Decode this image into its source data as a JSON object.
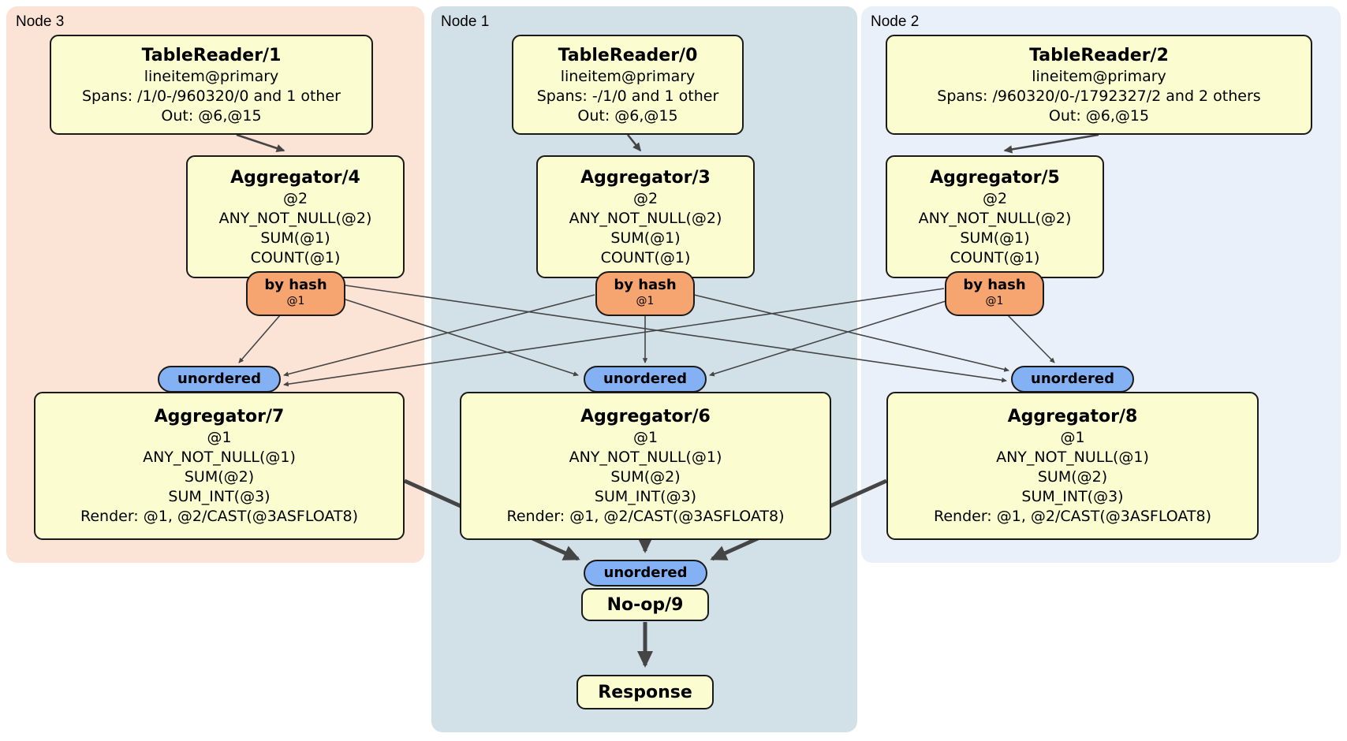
{
  "regions": [
    {
      "label": "Node 3"
    },
    {
      "label": "Node 1"
    },
    {
      "label": "Node 2"
    }
  ],
  "processors": {
    "tablereader1": {
      "title": "TableReader/1",
      "lines": [
        "lineitem@primary",
        "Spans: /1/0-/960320/0 and 1 other",
        "Out: @6,@15"
      ]
    },
    "tablereader0": {
      "title": "TableReader/0",
      "lines": [
        "lineitem@primary",
        "Spans: -/1/0 and 1 other",
        "Out: @6,@15"
      ]
    },
    "tablereader2": {
      "title": "TableReader/2",
      "lines": [
        "lineitem@primary",
        "Spans: /960320/0-/1792327/2 and 2 others",
        "Out: @6,@15"
      ]
    },
    "aggregator4": {
      "title": "Aggregator/4",
      "lines": [
        "@2",
        "ANY_NOT_NULL(@2)",
        "SUM(@1)",
        "COUNT(@1)"
      ]
    },
    "aggregator3": {
      "title": "Aggregator/3",
      "lines": [
        "@2",
        "ANY_NOT_NULL(@2)",
        "SUM(@1)",
        "COUNT(@1)"
      ]
    },
    "aggregator5": {
      "title": "Aggregator/5",
      "lines": [
        "@2",
        "ANY_NOT_NULL(@2)",
        "SUM(@1)",
        "COUNT(@1)"
      ]
    },
    "aggregator7": {
      "title": "Aggregator/7",
      "lines": [
        "@1",
        "ANY_NOT_NULL(@1)",
        "SUM(@2)",
        "SUM_INT(@3)",
        "Render: @1, @2/CAST(@3ASFLOAT8)"
      ]
    },
    "aggregator6": {
      "title": "Aggregator/6",
      "lines": [
        "@1",
        "ANY_NOT_NULL(@1)",
        "SUM(@2)",
        "SUM_INT(@3)",
        "Render: @1, @2/CAST(@3ASFLOAT8)"
      ]
    },
    "aggregator8": {
      "title": "Aggregator/8",
      "lines": [
        "@1",
        "ANY_NOT_NULL(@1)",
        "SUM(@2)",
        "SUM_INT(@3)",
        "Render: @1, @2/CAST(@3ASFLOAT8)"
      ]
    },
    "noop9": {
      "title": "No-op/9"
    },
    "response": {
      "title": "Response"
    }
  },
  "routers": {
    "by_hash_label": "by hash",
    "by_hash_detail": "@1",
    "unordered_label": "unordered"
  },
  "colors": {
    "region_node3_bg": "#fbe3d5",
    "region_node1_bg": "#d2e0e8",
    "region_node2_bg": "#eaf0fa",
    "processor_bg": "#fcfcd1",
    "hash_router_bg": "#f6a571",
    "unordered_bg": "#84b1f3",
    "edge": "#454545",
    "node_border": "#1a1a1a"
  }
}
